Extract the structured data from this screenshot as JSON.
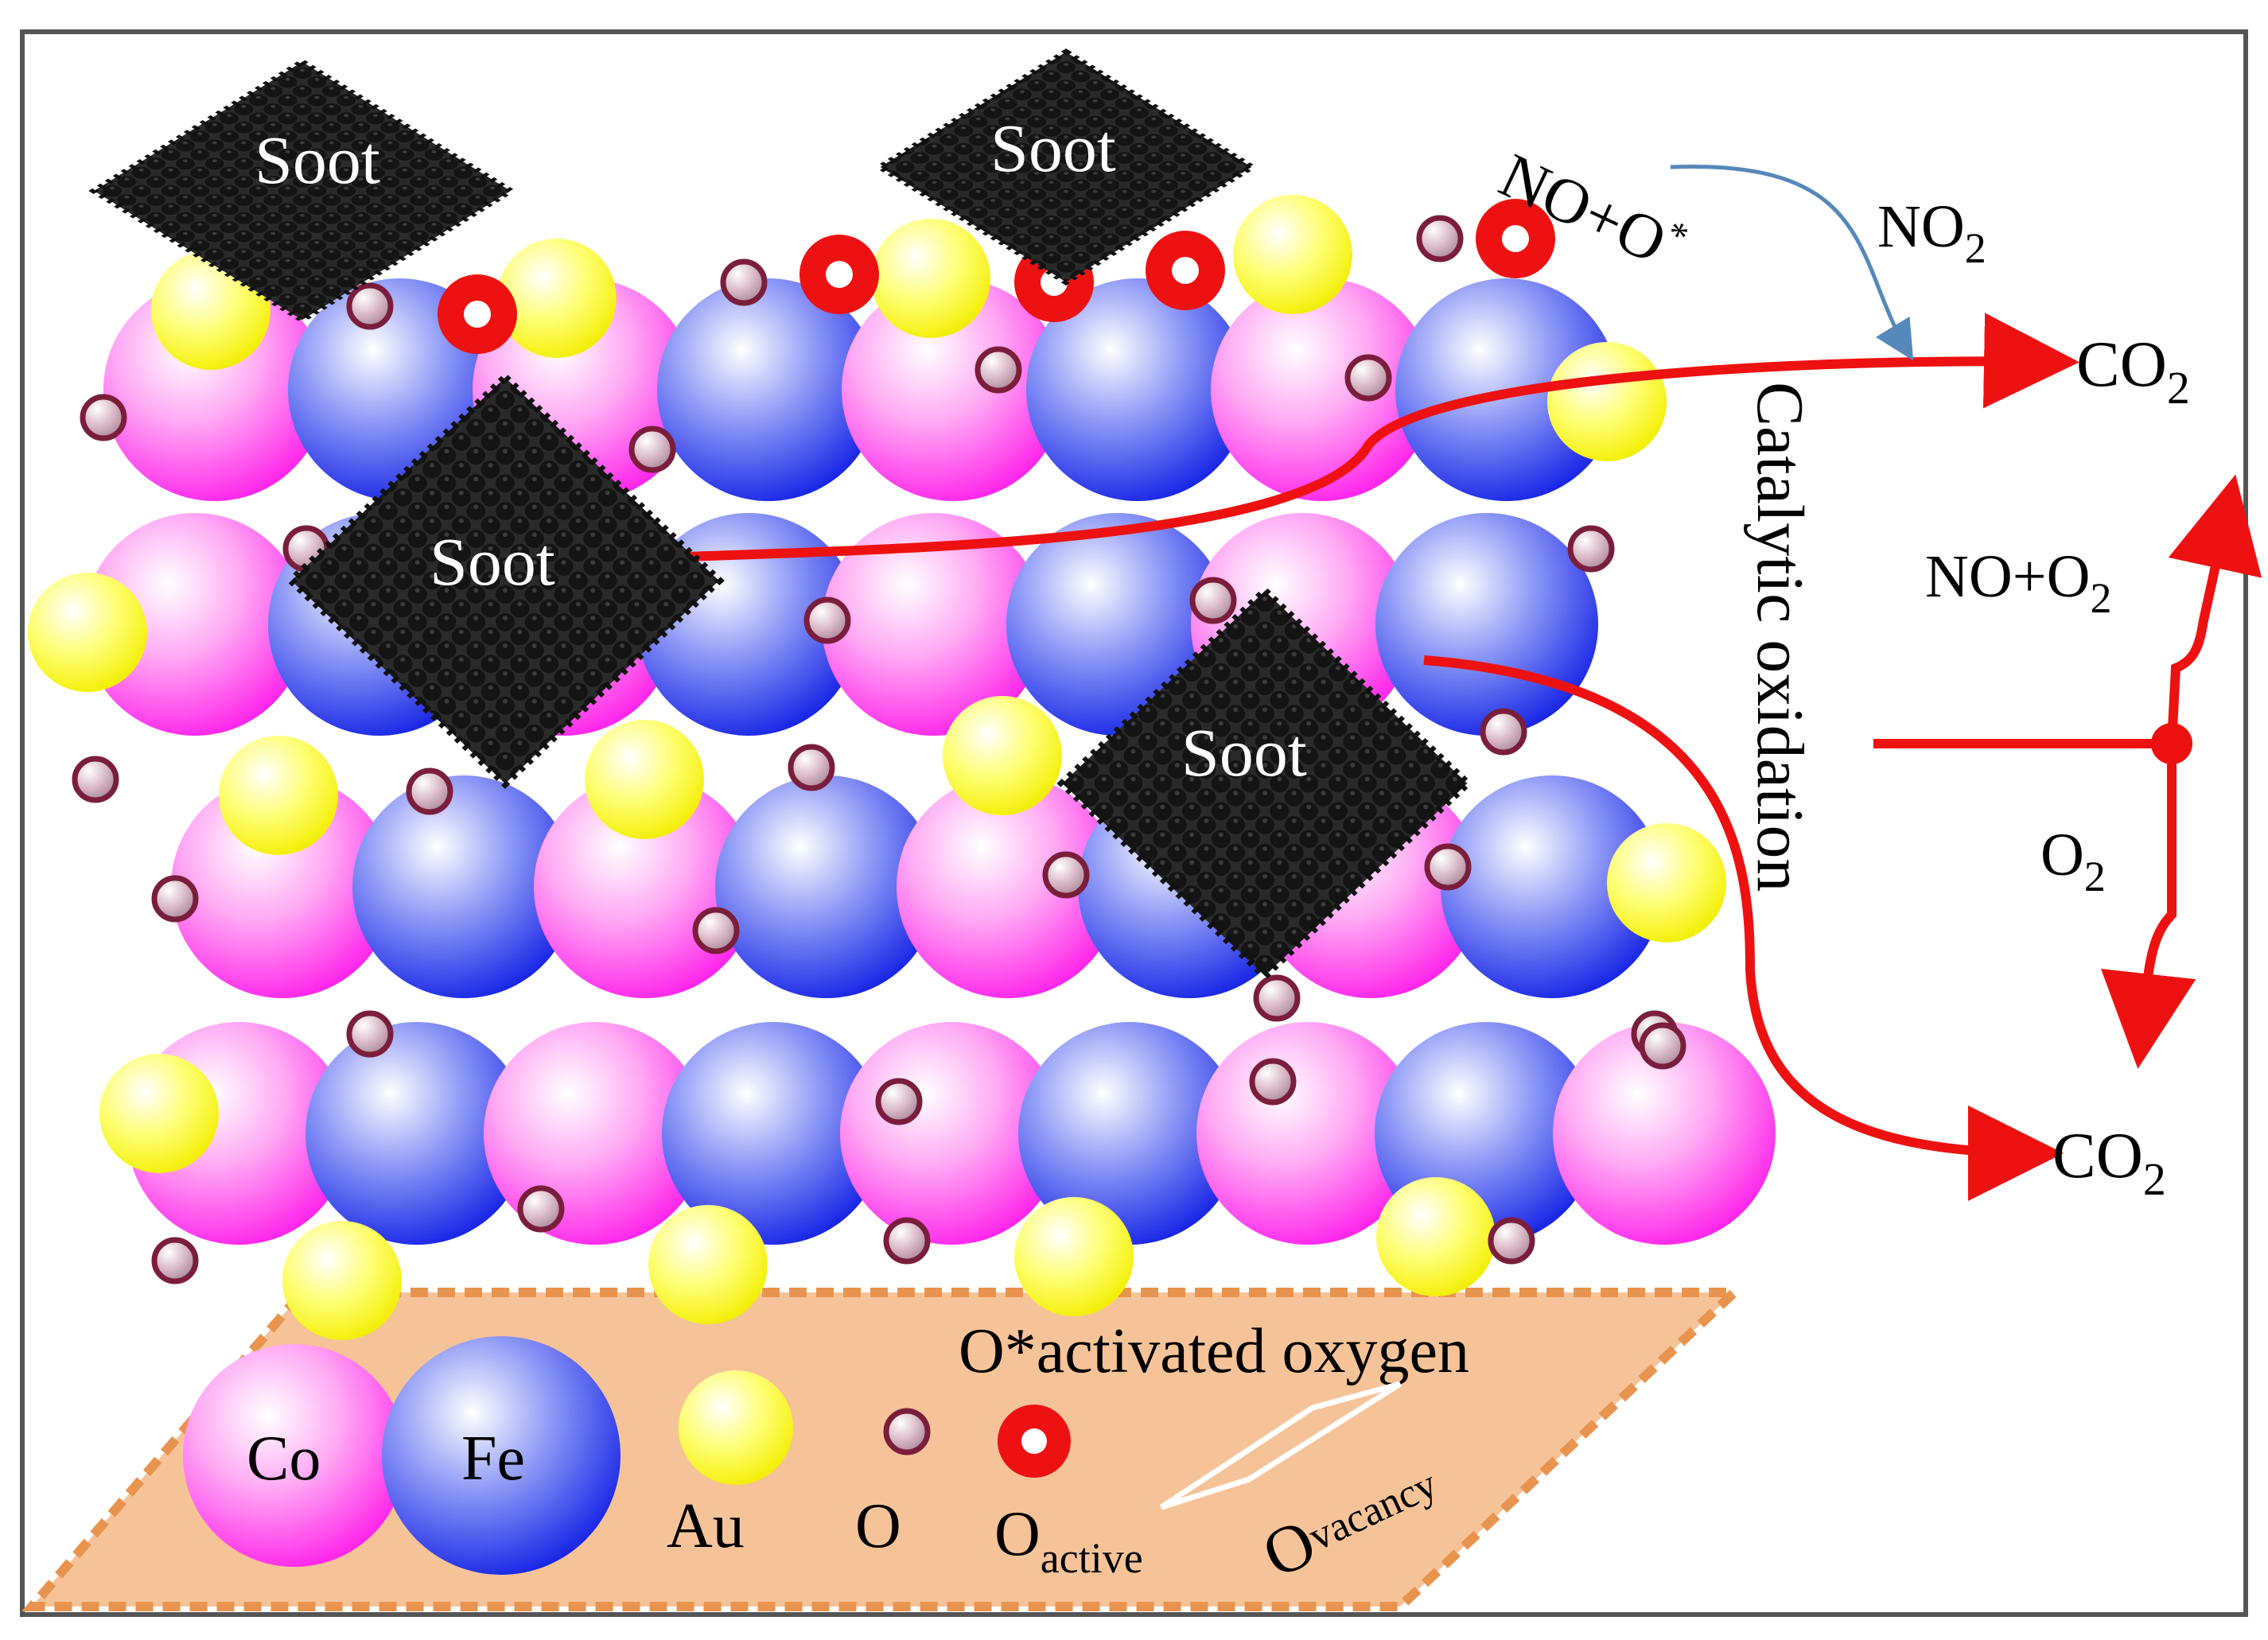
{
  "soot_label": "Soot",
  "reactions": {
    "no_plus_o_star": "NO+O",
    "star": "*",
    "no2": "NO",
    "no2_sub": "2",
    "co2_top": "CO",
    "co2_top_sub": "2",
    "no_plus_o2": "NO+O",
    "no_plus_o2_sub": "2",
    "o2": "O",
    "o2_sub": "2",
    "co2_bottom": "CO",
    "co2_bottom_sub": "2",
    "catalytic_oxidation": "Catalytic oxidation"
  },
  "legend": {
    "activated_oxygen": "O*activated oxygen",
    "co": "Co",
    "fe": "Fe",
    "au": "Au",
    "o": "O",
    "o_active": "O",
    "o_active_sub": "active",
    "o_vacancy": "O",
    "o_vacancy_sub": "vacancy"
  },
  "colors": {
    "co_atom": "#ff33ee",
    "fe_atom": "#2233ee",
    "au_atom": "#ffff22",
    "o_atom": "#7a1e3c",
    "active_ring": "#ee1111",
    "soot": "#1a1a1a",
    "arrow_red": "#ee1111",
    "arrow_blue": "#5588bb",
    "legend_bg": "#f6c399",
    "legend_border": "#e8944f",
    "frame": "#555555"
  },
  "icons": [
    "co-atom-icon",
    "fe-atom-icon",
    "au-atom-icon",
    "o-atom-icon",
    "active-oxygen-icon",
    "oxygen-vacancy-icon",
    "soot-particle-icon"
  ]
}
